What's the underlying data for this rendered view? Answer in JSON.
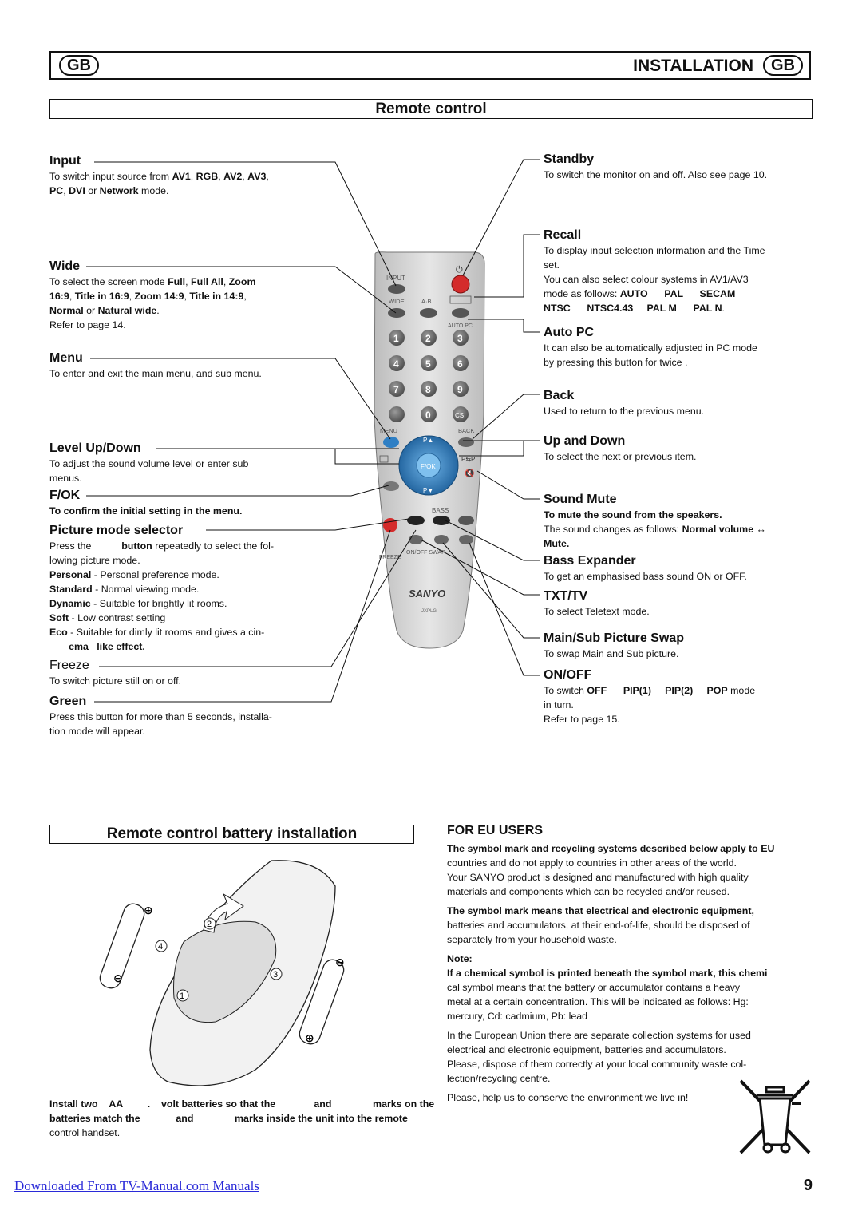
{
  "header": {
    "badge_left": "GB",
    "title": "INSTALLATION",
    "badge_right": "GB"
  },
  "remote_section_title": "Remote control",
  "left_items": [
    {
      "title": "Input",
      "desc_html": "To switch input source from <b>AV1</b>, <b>RGB</b>, <b>AV2</b>, <b>AV3</b>,<br><b>PC</b>, <b>DVI</b> or <b>Network</b> mode."
    },
    {
      "title": "Wide",
      "desc_html": "To select the screen mode <b>Full</b>, <b>Full All</b>, <b>Zoom</b><br><b>16:9</b>, <b>Title in 16:9</b>, <b>Zoom 14:9</b>, <b>Title in 14:9</b>,<br><b>Normal</b> or <b>Natural wide</b>.<br>Refer to page 14."
    },
    {
      "title": "Menu",
      "desc_html": "To enter and exit the main menu, and sub menu."
    },
    {
      "title": "Level Up/Down",
      "desc_html": "To adjust the sound volume level or enter sub<br>menus."
    },
    {
      "title": "F/OK",
      "desc_html": "<b>To confirm the initial setting in the menu.</b>"
    },
    {
      "title": "Picture mode selector",
      "desc_html": "Press the &nbsp;&nbsp;&nbsp;&nbsp;&nbsp;&nbsp;&nbsp;&nbsp;&nbsp;&nbsp;<b>button</b> repeatedly to select the fol-<br>lowing picture mode.<br><b>Personal</b> - Personal preference mode.<br><b>Standard</b> - Normal viewing mode.<br><b>Dynamic</b> - Suitable for brightly lit rooms.<br><b>Soft</b> - Low contrast setting<br><b>Eco</b> - Suitable for dimly lit rooms and gives a cin-<br>&nbsp;&nbsp;&nbsp;&nbsp;&nbsp;&nbsp;&nbsp;<b>ema &nbsp;&nbsp;like effect.</b>"
    },
    {
      "title": "Freeze",
      "desc_html": "To switch picture still on or off."
    },
    {
      "title": "Green",
      "desc_html": "Press this button for more than 5 seconds, installa-<br>tion mode will appear."
    }
  ],
  "right_items": [
    {
      "title": "Standby",
      "desc_html": "To switch the monitor on and off. Also see page 10."
    },
    {
      "title": "Recall",
      "desc_html": "To display input selection information and the Time<br>set.<br>You can also select colour systems in AV1/AV3<br>mode as follows: <b>AUTO &nbsp;&nbsp;&nbsp;&nbsp;&nbsp;PAL &nbsp;&nbsp;&nbsp;&nbsp;&nbsp;SECAM</b><br><b>NTSC &nbsp;&nbsp;&nbsp;&nbsp;&nbsp;NTSC4.43 &nbsp;&nbsp;&nbsp;&nbsp;PAL M &nbsp;&nbsp;&nbsp;&nbsp;&nbsp;PAL N</b>."
    },
    {
      "title": "Auto PC",
      "desc_html": "It can also be automatically adjusted in PC mode<br>by pressing this button for twice ."
    },
    {
      "title": "Back",
      "desc_html": "Used to return to the previous menu."
    },
    {
      "title": "Up and Down",
      "desc_html": "To select the next or previous item."
    },
    {
      "title": "Sound Mute",
      "desc_html": "<b>To mute the sound from the speakers.</b><br>The sound changes as follows: <b>Normal volume ↔</b><br><b>Mute.</b>"
    },
    {
      "title": "Bass Expander",
      "desc_html": "To get an emphasised bass sound ON or OFF."
    },
    {
      "title": "TXT/TV",
      "desc_html": "To select Teletext mode."
    },
    {
      "title": "Main/Sub Picture Swap",
      "desc_html": "To swap Main and Sub picture."
    },
    {
      "title": "ON/OFF",
      "desc_html": "To switch <b>OFF &nbsp;&nbsp;&nbsp;&nbsp;&nbsp;PIP(1) &nbsp;&nbsp;&nbsp;&nbsp;PIP(2) &nbsp;&nbsp;&nbsp;&nbsp;POP</b> mode<br>in turn.<br>Refer to page 15."
    }
  ],
  "remote_labels": {
    "input": "INPUT",
    "wide": "WIDE",
    "ab": "A·B",
    "auto_pc": "AUTO PC",
    "menu": "MENU",
    "back": "BACK",
    "cs": "CS",
    "bass": "BASS",
    "freeze": "FREEZE",
    "onoff_swap": "ON/OFF SWAP",
    "brand": "SANYO",
    "model": "JXPLG",
    "fok": "F/OK",
    "up": "P▲",
    "down": "P▼",
    "pp": "P⇆P",
    "digits": [
      "1",
      "2",
      "3",
      "4",
      "5",
      "6",
      "7",
      "8",
      "9",
      "0"
    ]
  },
  "battery_section": {
    "title": "Remote control battery installation",
    "steps": [
      "1",
      "2",
      "3",
      "4"
    ],
    "caption_html": "<b>Install two &nbsp;&nbsp;&nbsp;AA &nbsp;&nbsp;&nbsp;&nbsp;&nbsp;&nbsp;&nbsp;&nbsp;. &nbsp;&nbsp;&nbsp;volt batteries so that the &nbsp;&nbsp;&nbsp;&nbsp;&nbsp;&nbsp;&nbsp;&nbsp;&nbsp;&nbsp;&nbsp;&nbsp;&nbsp;and &nbsp;&nbsp;&nbsp;&nbsp;&nbsp;&nbsp;&nbsp;&nbsp;&nbsp;&nbsp;&nbsp;&nbsp;&nbsp;&nbsp;marks on the</b><br><b>batteries match the &nbsp;&nbsp;&nbsp;&nbsp;&nbsp;&nbsp;&nbsp;&nbsp;&nbsp;&nbsp;&nbsp;&nbsp;and &nbsp;&nbsp;&nbsp;&nbsp;&nbsp;&nbsp;&nbsp;&nbsp;&nbsp;&nbsp;&nbsp;&nbsp;&nbsp;&nbsp;marks inside the unit into the remote</b><br>control handset."
  },
  "eu_section": {
    "title": "FOR EU USERS",
    "paragraphs_html": [
      "<b>The symbol mark and recycling systems described below apply to EU</b><br>countries and do not apply to countries in other areas of the world.<br>Your SANYO product is designed and manufactured with high quality<br>materials and components which can be recycled and/or reused.",
      "<b>The symbol mark means that electrical and electronic equipment,</b><br>batteries and accumulators, at their end-of-life, should be disposed of<br>separately from your household waste.",
      "<b>Note:</b><br><b>If a chemical symbol is printed beneath the symbol mark, this chemi</b><br>cal symbol means that the battery or accumulator contains a heavy<br>metal at a certain concentration. This will be indicated as follows: Hg:<br>mercury, Cd: cadmium, Pb: lead",
      "In the European Union there are separate collection systems for used<br>electrical and electronic equipment, batteries and accumulators.<br>Please, dispose of them correctly at your local community waste col-<br>lection/recycling centre."
    ],
    "closing": "Please, help us to conserve the environment we live in!"
  },
  "footer": {
    "link": "Downloaded From TV-Manual.com Manuals",
    "page_number": "9"
  }
}
